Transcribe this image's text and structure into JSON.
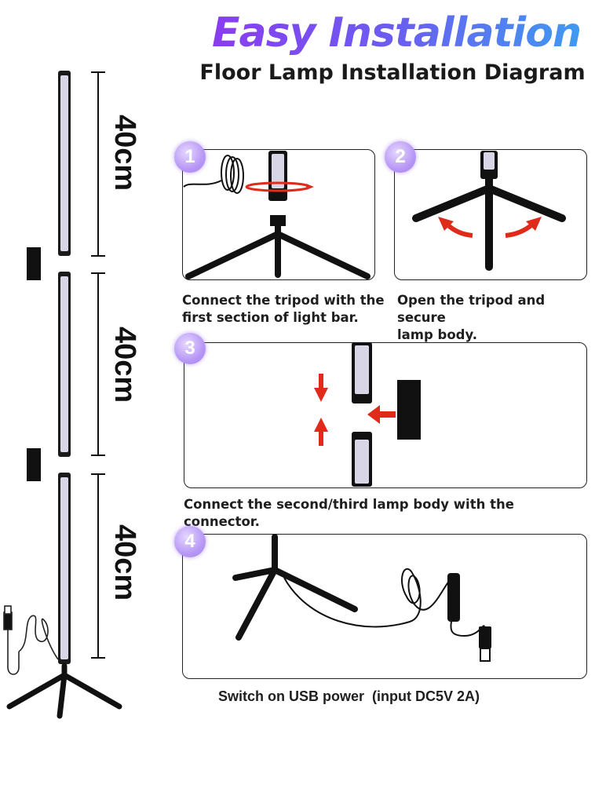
{
  "header": {
    "title": "Easy Installation",
    "subtitle": "Floor Lamp Installation Diagram"
  },
  "dimensions": [
    {
      "label": "40cm"
    },
    {
      "label": "40cm"
    },
    {
      "label": "40cm"
    }
  ],
  "steps": [
    {
      "number": "1",
      "caption_lines": [
        "Connect the tripod with the",
        "first section of light bar."
      ]
    },
    {
      "number": "2",
      "caption_lines": [
        "Open the tripod and secure",
        "lamp body."
      ]
    },
    {
      "number": "3",
      "caption_lines": [
        "Connect the second/third lamp body with the connector."
      ]
    },
    {
      "number": "4",
      "caption_lines": [
        "Switch on USB power  (input DC5V 2A)"
      ]
    }
  ],
  "colors": {
    "title_gradient": [
      "#8a3cf0",
      "#3f9af0"
    ],
    "arrow": "#e02a1a",
    "step_circle": "#b898f5",
    "lamp": "#d8d6e6"
  }
}
